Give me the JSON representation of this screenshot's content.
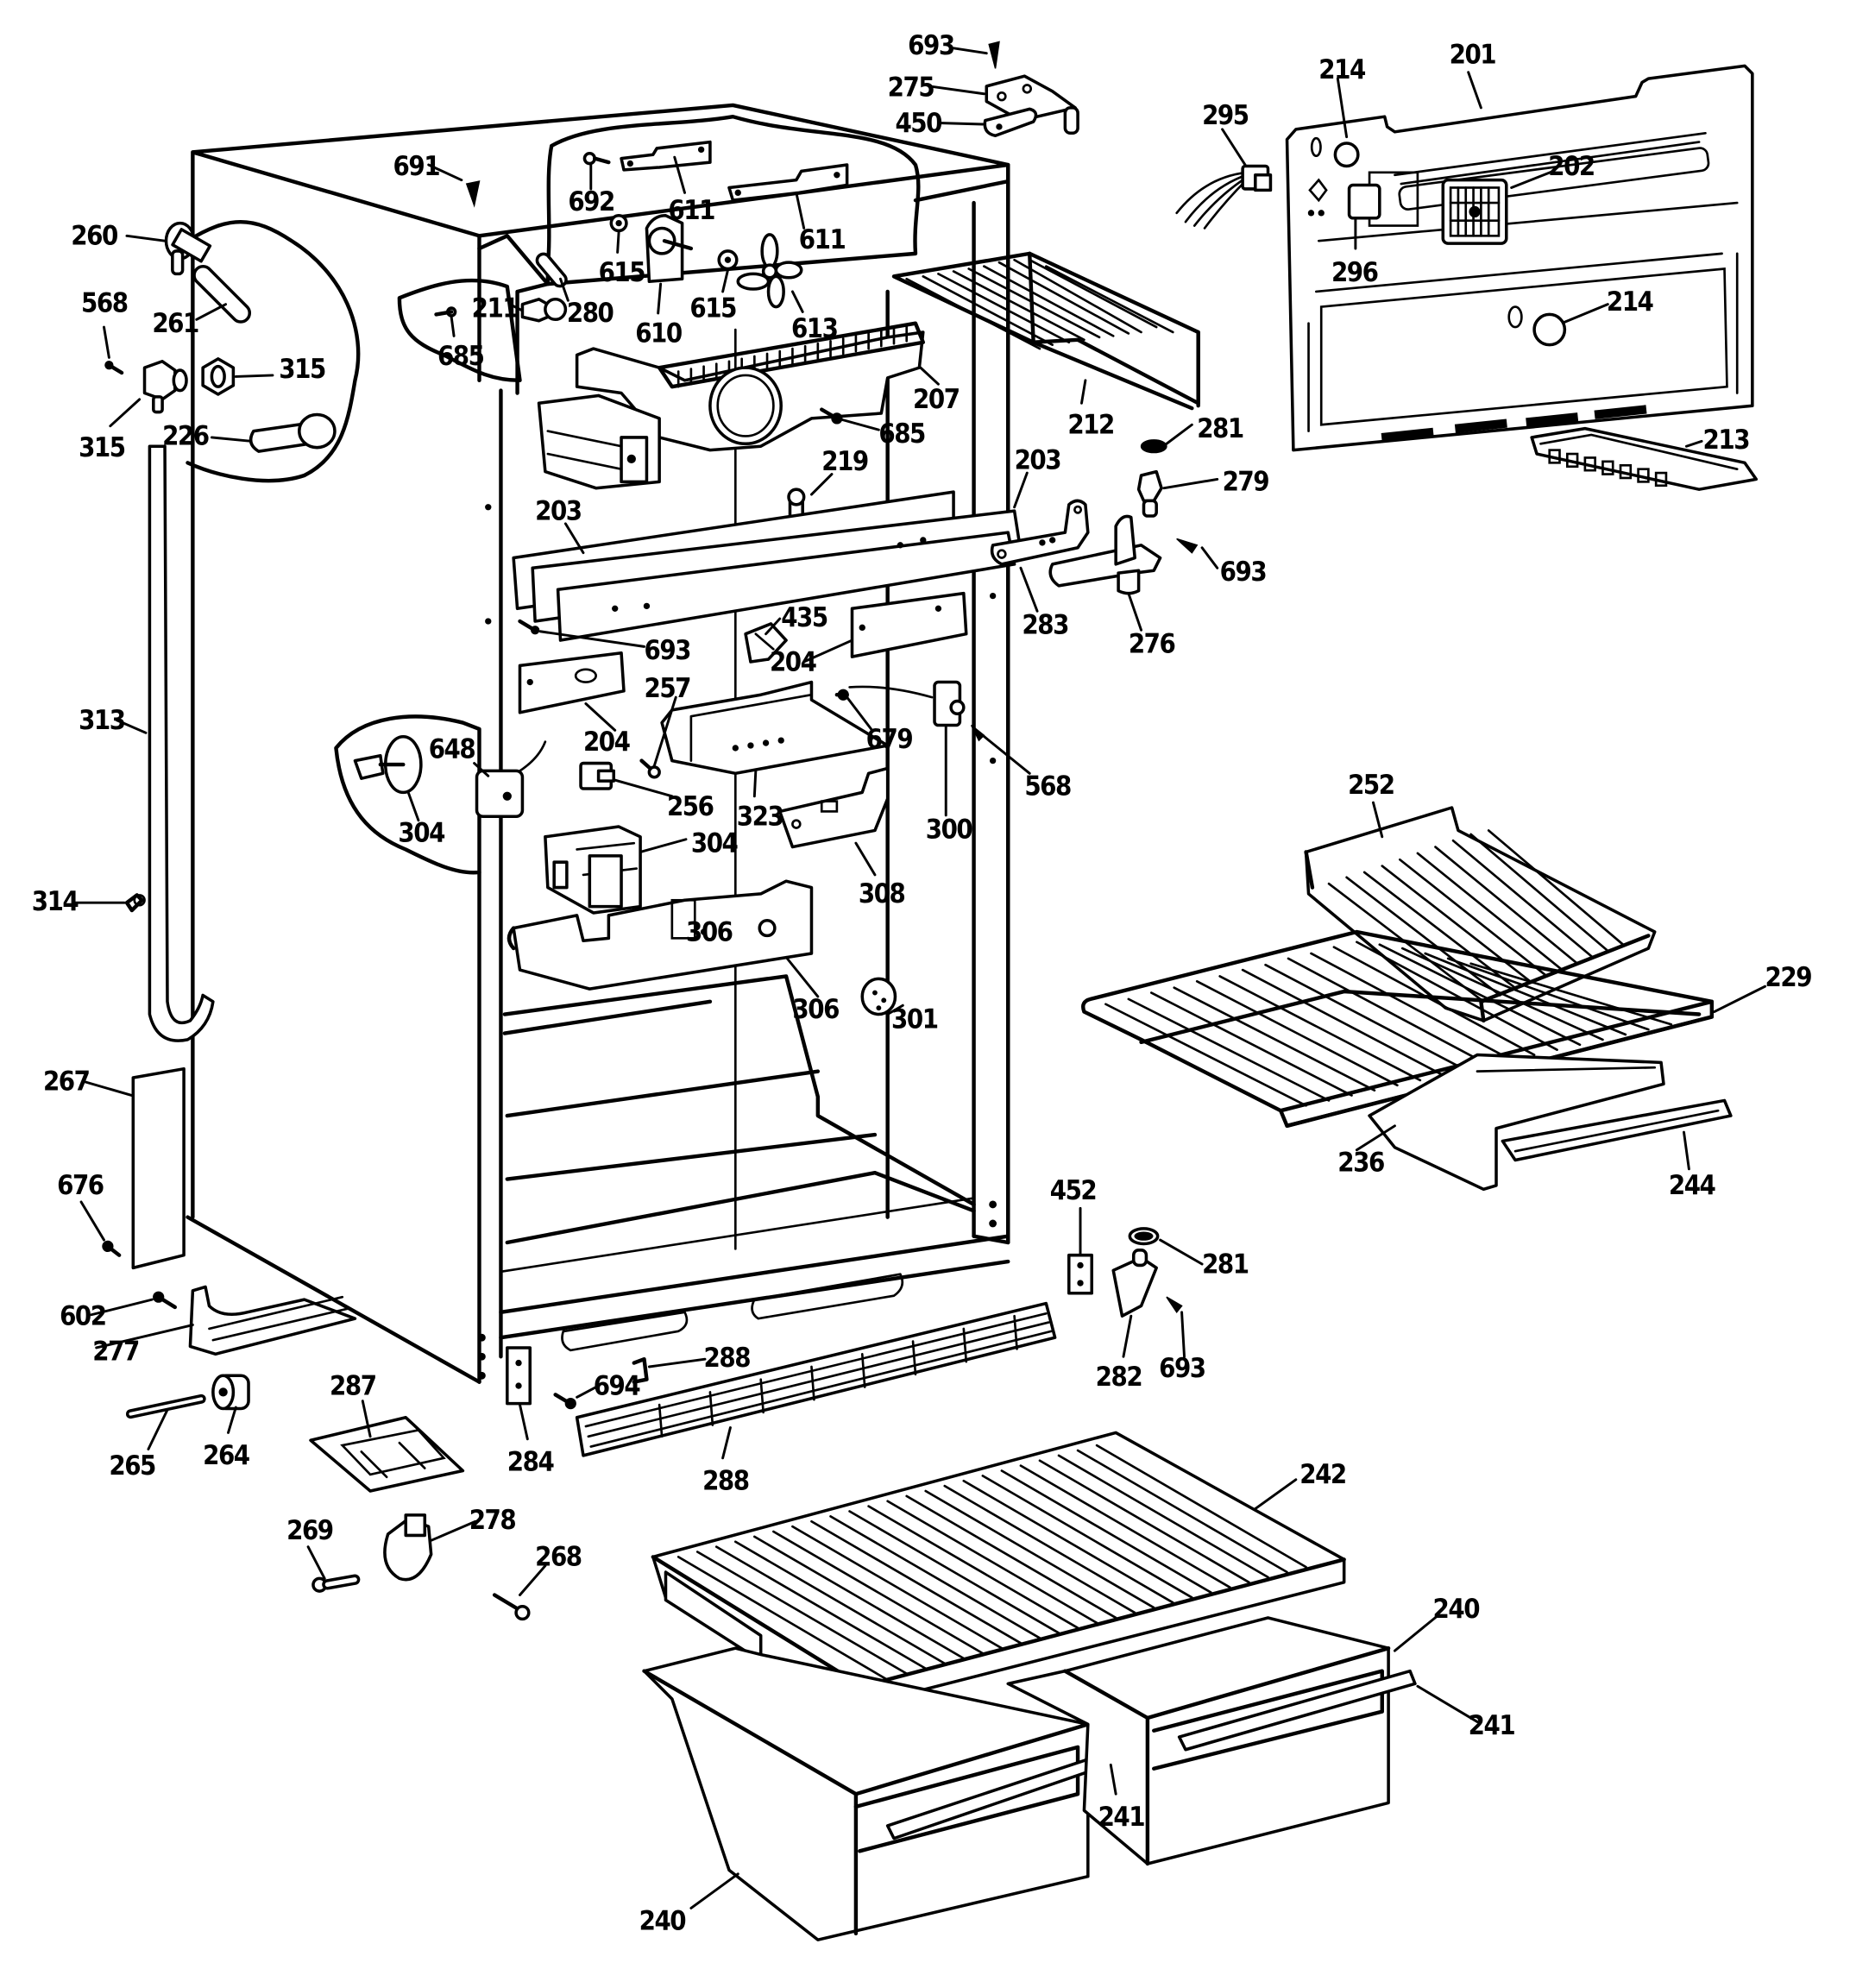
{
  "diagram": {
    "title": "Refrigerator cabinet parts exploded view",
    "ink_color": "#000000",
    "paper_color": "#ffffff"
  },
  "labels": [
    {
      "id": "l693a",
      "text": "693",
      "part": "screw"
    },
    {
      "id": "l275",
      "text": "275",
      "part": "hinge-top"
    },
    {
      "id": "l450",
      "text": "450",
      "part": "hinge-shim"
    },
    {
      "id": "l201",
      "text": "201",
      "part": "freezer-liner-panel"
    },
    {
      "id": "l214a",
      "text": "214",
      "part": "plug"
    },
    {
      "id": "l295",
      "text": "295",
      "part": "wire-harness"
    },
    {
      "id": "l202",
      "text": "202",
      "part": "grille"
    },
    {
      "id": "l296",
      "text": "296",
      "part": "light-socket"
    },
    {
      "id": "l214b",
      "text": "214",
      "part": "plug"
    },
    {
      "id": "l213",
      "text": "213",
      "part": "ice-tray"
    },
    {
      "id": "l691",
      "text": "691",
      "part": "screw"
    },
    {
      "id": "l692",
      "text": "692",
      "part": "screw"
    },
    {
      "id": "l611a",
      "text": "611",
      "part": "bracket"
    },
    {
      "id": "l611b",
      "text": "611",
      "part": "bracket"
    },
    {
      "id": "l260",
      "text": "260",
      "part": "fitting"
    },
    {
      "id": "l615a",
      "text": "615",
      "part": "grommet"
    },
    {
      "id": "l615b",
      "text": "615",
      "part": "grommet"
    },
    {
      "id": "l610",
      "text": "610",
      "part": "fan-motor"
    },
    {
      "id": "l613",
      "text": "613",
      "part": "fan-blade"
    },
    {
      "id": "l568a",
      "text": "568",
      "part": "screw"
    },
    {
      "id": "l261",
      "text": "261",
      "part": "tube"
    },
    {
      "id": "l211",
      "text": "211",
      "part": "bulb"
    },
    {
      "id": "l280",
      "text": "280",
      "part": "pin"
    },
    {
      "id": "l685a",
      "text": "685",
      "part": "screw"
    },
    {
      "id": "l315a",
      "text": "315",
      "part": "nut"
    },
    {
      "id": "l315b",
      "text": "315",
      "part": "valve"
    },
    {
      "id": "l226",
      "text": "226",
      "part": "drain-tube"
    },
    {
      "id": "l207",
      "text": "207",
      "part": "evaporator-cover"
    },
    {
      "id": "l685b",
      "text": "685",
      "part": "screw"
    },
    {
      "id": "l212",
      "text": "212",
      "part": "wire-shelf"
    },
    {
      "id": "l281a",
      "text": "281",
      "part": "washer"
    },
    {
      "id": "l279",
      "text": "279",
      "part": "hinge-pin"
    },
    {
      "id": "l219",
      "text": "219",
      "part": "pin"
    },
    {
      "id": "l203a",
      "text": "203",
      "part": "mullion"
    },
    {
      "id": "l203b",
      "text": "203",
      "part": "mullion"
    },
    {
      "id": "l693b",
      "text": "693",
      "part": "screw"
    },
    {
      "id": "l283",
      "text": "283",
      "part": "hinge-center"
    },
    {
      "id": "l276",
      "text": "276",
      "part": "hinge-bracket"
    },
    {
      "id": "l435",
      "text": "435",
      "part": "damper"
    },
    {
      "id": "l693c",
      "text": "693",
      "part": "screw"
    },
    {
      "id": "l204a",
      "text": "204",
      "part": "rail"
    },
    {
      "id": "l204b",
      "text": "204",
      "part": "rail"
    },
    {
      "id": "l257",
      "text": "257",
      "part": "screw"
    },
    {
      "id": "l679",
      "text": "679",
      "part": "screw"
    },
    {
      "id": "l313",
      "text": "313",
      "part": "drain-hose"
    },
    {
      "id": "l648",
      "text": "648",
      "part": "timer"
    },
    {
      "id": "l304a",
      "text": "304",
      "part": "knob"
    },
    {
      "id": "l256",
      "text": "256",
      "part": "switch"
    },
    {
      "id": "l323",
      "text": "323",
      "part": "control-box"
    },
    {
      "id": "l300",
      "text": "300",
      "part": "thermostat"
    },
    {
      "id": "l568b",
      "text": "568",
      "part": "screw"
    },
    {
      "id": "l304b",
      "text": "304",
      "part": "control-assembly"
    },
    {
      "id": "l308",
      "text": "308",
      "part": "bracket"
    },
    {
      "id": "l314",
      "text": "314",
      "part": "clip"
    },
    {
      "id": "l306a",
      "text": "306",
      "part": "light-housing"
    },
    {
      "id": "l306b",
      "text": "306",
      "part": "light-housing"
    },
    {
      "id": "l301",
      "text": "301",
      "part": "knob"
    },
    {
      "id": "l252",
      "text": "252",
      "part": "shelf"
    },
    {
      "id": "l229",
      "text": "229",
      "part": "wire-shelf"
    },
    {
      "id": "l236",
      "text": "236",
      "part": "meat-pan"
    },
    {
      "id": "l244",
      "text": "244",
      "part": "handle"
    },
    {
      "id": "l267",
      "text": "267",
      "part": "side-panel"
    },
    {
      "id": "l676",
      "text": "676",
      "part": "screw"
    },
    {
      "id": "l452",
      "text": "452",
      "part": "shim"
    },
    {
      "id": "l281b",
      "text": "281",
      "part": "washer"
    },
    {
      "id": "l602",
      "text": "602",
      "part": "screw"
    },
    {
      "id": "l277",
      "text": "277",
      "part": "bracket"
    },
    {
      "id": "l288a",
      "text": "288",
      "part": "clip"
    },
    {
      "id": "l694",
      "text": "694",
      "part": "screw"
    },
    {
      "id": "l282",
      "text": "282",
      "part": "hinge-bottom"
    },
    {
      "id": "l693d",
      "text": "693",
      "part": "screw"
    },
    {
      "id": "l287",
      "text": "287",
      "part": "bracket"
    },
    {
      "id": "l265",
      "text": "265",
      "part": "axle"
    },
    {
      "id": "l264",
      "text": "264",
      "part": "roller"
    },
    {
      "id": "l284",
      "text": "284",
      "part": "shim"
    },
    {
      "id": "l288b",
      "text": "288",
      "part": "grille"
    },
    {
      "id": "l242",
      "text": "242",
      "part": "crisper-cover"
    },
    {
      "id": "l269",
      "text": "269",
      "part": "pin"
    },
    {
      "id": "l278",
      "text": "278",
      "part": "roller-bracket"
    },
    {
      "id": "l268",
      "text": "268",
      "part": "screw"
    },
    {
      "id": "l240a",
      "text": "240",
      "part": "crisper-drawer"
    },
    {
      "id": "l241a",
      "text": "241",
      "part": "drawer-handle"
    },
    {
      "id": "l241b",
      "text": "241",
      "part": "drawer-handle"
    },
    {
      "id": "l240b",
      "text": "240",
      "part": "crisper-drawer"
    }
  ]
}
